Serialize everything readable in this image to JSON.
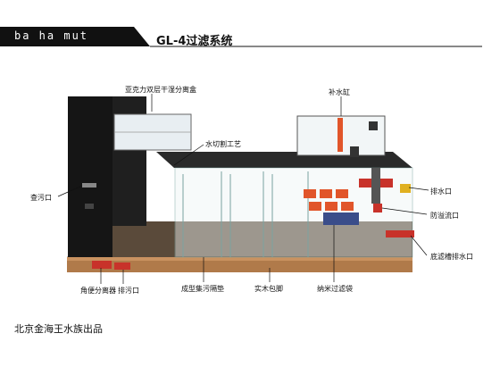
{
  "header": {
    "brand": "ba ha mut",
    "model_title": "GL-4过滤系统"
  },
  "labels": {
    "acrylic_box": "亚克力双层干湿分离盒",
    "refill_tank": "补水缸",
    "waterjet": "水切割工艺",
    "inspection": "查污口",
    "drain_outlet": "排水口",
    "overflow": "防溢流口",
    "bottom_drain": "底滤槽排水口",
    "separator": "角便分离器",
    "sewage": "排污口",
    "pad": "成型集污隔垫",
    "wood_base": "实木包脚",
    "nano_bag": "纳米过滤袋"
  },
  "footer": {
    "publisher": "北京金海王水族出品"
  },
  "colors": {
    "cabinet": "#151515",
    "frame": "#2a2a2a",
    "wood": "#b07a4a",
    "accent": "#e1552a",
    "valve": "#c8322a",
    "floor": "#5a4a3a"
  }
}
